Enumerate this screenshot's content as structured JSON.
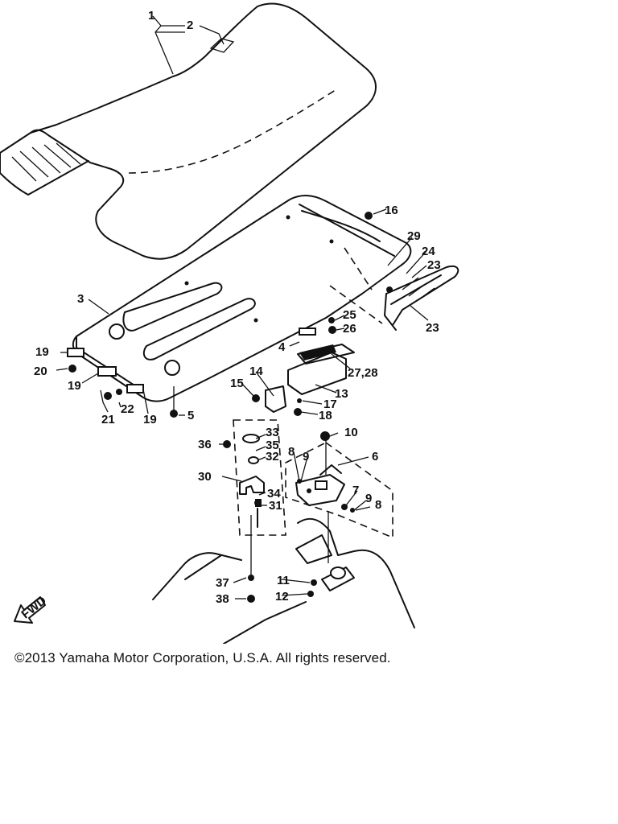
{
  "diagram": {
    "callouts": {
      "c1": "1",
      "c2": "2",
      "c3": "3",
      "c4": "4",
      "c5": "5",
      "c6": "6",
      "c7": "7",
      "c8a": "8",
      "c8b": "8",
      "c9a": "9",
      "c9b": "9",
      "c10": "10",
      "c11": "11",
      "c12": "12",
      "c13": "13",
      "c14": "14",
      "c15": "15",
      "c16": "16",
      "c17": "17",
      "c18": "18",
      "c19a": "19",
      "c19b": "19",
      "c19c": "19",
      "c20": "20",
      "c21": "21",
      "c22": "22",
      "c23a": "23",
      "c23b": "23",
      "c24": "24",
      "c25a": "25",
      "c26": "26",
      "c27": "27,28",
      "c29": "29",
      "c30": "30",
      "c31": "31",
      "c32": "32",
      "c33": "33",
      "c34": "34",
      "c35": "35",
      "c36": "36",
      "c37": "37",
      "c38": "38"
    },
    "fwd_label": "FWD"
  },
  "footer": {
    "copyright": "©2013 Yamaha Motor Corporation, U.S.A. All rights reserved."
  }
}
